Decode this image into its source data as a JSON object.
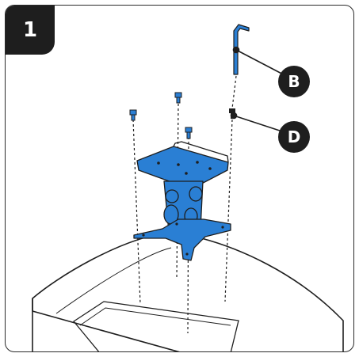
{
  "step": {
    "number": "1"
  },
  "callouts": [
    {
      "letter": "B",
      "part": "hex-key"
    },
    {
      "letter": "D",
      "part": "screw"
    }
  ],
  "colors": {
    "bracket": "#2a7fd4",
    "outline": "#1e1e1e",
    "badge": "#1e1e1e"
  }
}
